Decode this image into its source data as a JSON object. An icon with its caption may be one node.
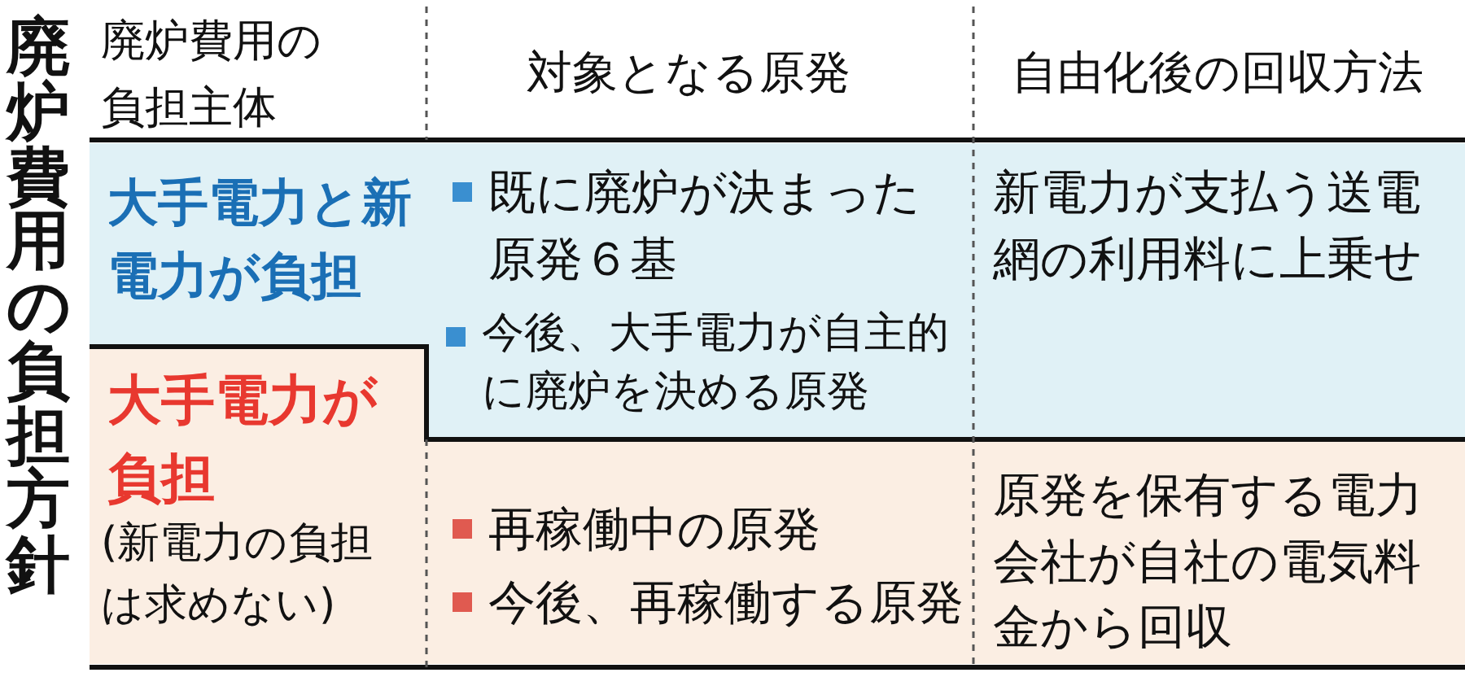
{
  "diagram": {
    "title": "廃炉費用の負担方針",
    "labels": [
      "廃炉費用の負担主体",
      "対象となる原発",
      "自由化後の回収方法",
      "大手電力と新電力が負担",
      "既に廃炉が決まった原発６基",
      "今後、大手電力が自主的に廃炉を決める原発",
      "新電力が支払う送電網の利用料に上乗せ",
      "大手電力が負担",
      "(新電力の負担は求めない)",
      "再稼働中の原発",
      "今後、再稼働する原発",
      "原発を保有する電力会社が自社の電気料金から回収"
    ]
  }
}
